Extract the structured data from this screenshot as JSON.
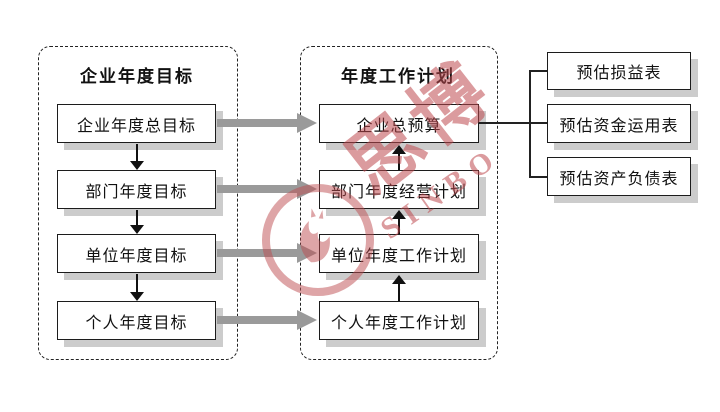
{
  "left_panel": {
    "title": "企业年度目标",
    "items": [
      {
        "label": "企业年度总目标"
      },
      {
        "label": "部门年度目标"
      },
      {
        "label": "单位年度目标"
      },
      {
        "label": "个人年度目标"
      }
    ]
  },
  "right_panel": {
    "title": "年度工作计划",
    "items": [
      {
        "label": "企业总预算"
      },
      {
        "label": "部门年度经营计划"
      },
      {
        "label": "单位年度工作计划"
      },
      {
        "label": "个人年度工作计划"
      }
    ]
  },
  "output_tables": {
    "items": [
      {
        "label": "预估损益表"
      },
      {
        "label": "预估资金运用表"
      },
      {
        "label": "预估资产负债表"
      }
    ]
  },
  "watermark": {
    "text": "思博",
    "subtext": "SINBO",
    "color": "#be484e"
  },
  "colors": {
    "arrow_gray": "#9a9a9a",
    "box_border": "#1c1c1c",
    "box_shadow": "#cccccc",
    "background": "#ffffff"
  }
}
